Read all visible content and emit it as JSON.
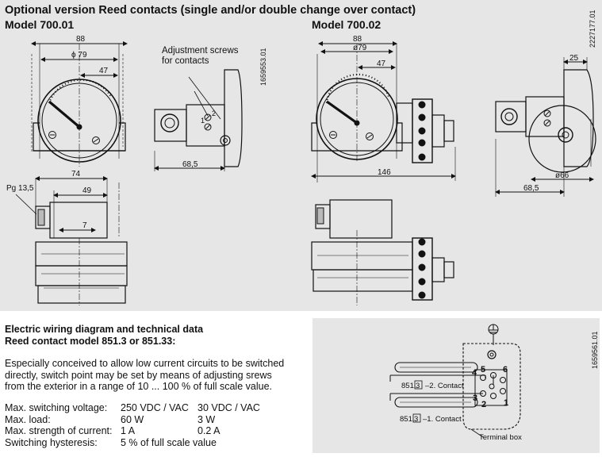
{
  "header": {
    "title": "Optional version Reed contacts (single and/or double change over contact)",
    "model_1": "Model 700.01",
    "model_2": "Model 700.02"
  },
  "drawing_700_01": {
    "dim_88": "88",
    "dim_phi79": "ϕ 79",
    "dim_47": "47",
    "dim_68_5": "68,5",
    "dim_74": "74",
    "dim_49": "49",
    "dim_7": "7",
    "pg_label": "Pg 13,5",
    "callout": [
      "Adjustment screws",
      "for contacts"
    ],
    "contact_1": "1",
    "contact_2": "2",
    "ref": "1659553.01"
  },
  "drawing_700_02": {
    "dim_88": "88",
    "dim_phi79": "ø79",
    "dim_47": "47",
    "dim_146": "146",
    "dim_25": "25",
    "dim_phi66": "ø66",
    "dim_68_5": "68,5",
    "ref": "2227177.01"
  },
  "technical": {
    "heading_1": "Electric wiring diagram and technical data",
    "heading_2": "Reed contact model 851.3 or 851.33:",
    "description": [
      "Especially conceived to allow low current circuits to be switched",
      "directly, switch point may be set by means of adjusting srews",
      "from the exterior in a range of 10 ... 100 % of full scale value."
    ],
    "specs": [
      {
        "label": "Max. switching voltage:",
        "v1": "250 VDC / VAC",
        "v2": "30 VDC / VAC"
      },
      {
        "label": "Max. load:",
        "v1": "60 W",
        "v2": "3 W"
      },
      {
        "label": "Max. strength of current:",
        "v1": "1 A",
        "v2": "0.2 A"
      },
      {
        "label": "Switching hysteresis:",
        "v1": "5 % of full scale value",
        "v2": ""
      }
    ]
  },
  "wiring": {
    "contact_2_label": "851.3̲  –2. Contact",
    "contact_1_label": "851.3̲ –1. Contact",
    "contact_2_prefix": "851.",
    "contact_2_box": "3",
    "contact_2_suffix": "–2. Contact",
    "contact_1_prefix": "851.",
    "contact_1_box": "3",
    "contact_1_suffix": "–1. Contact",
    "terminals": [
      "1",
      "2",
      "3",
      "4",
      "5",
      "6"
    ],
    "terminal_box": "Terminal box",
    "ref": "1659561.01"
  }
}
